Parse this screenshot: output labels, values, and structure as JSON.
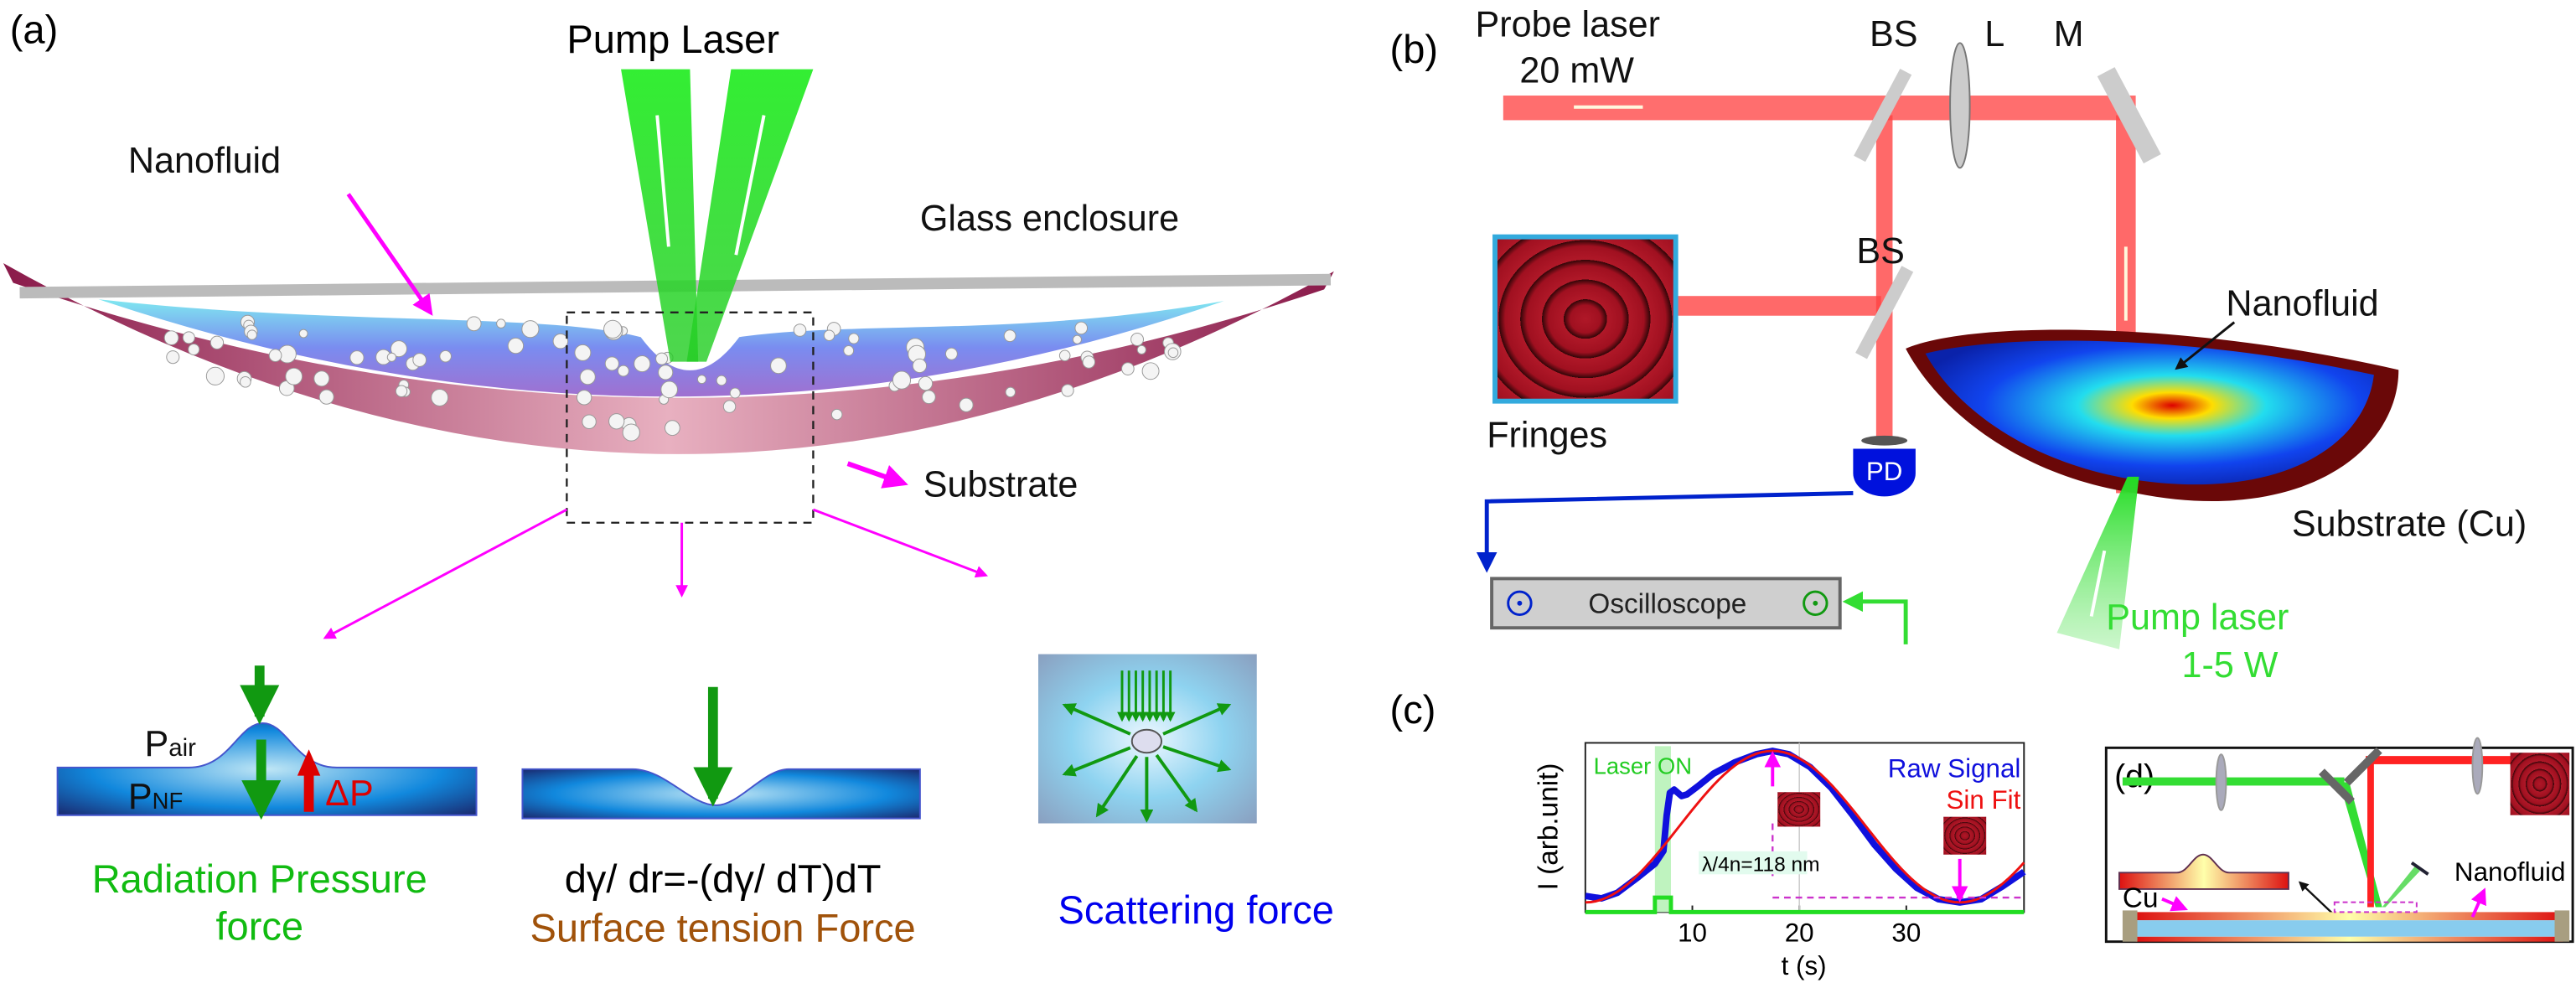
{
  "colors": {
    "pump_green": "#22dd22",
    "magenta": "#ff00ff",
    "probe_red": "#ee1111",
    "brown": "#a0520a",
    "blue_text": "#0000ee",
    "raw_signal": "#1010dd",
    "sin_fit": "#ee1111"
  },
  "panel_a": {
    "label": "(a)",
    "pump_laser": "Pump Laser",
    "nanofluid": "Nanofluid",
    "glass_enclosure": "Glass enclosure",
    "substrate": "Substrate",
    "p_air_main": "P",
    "p_air_sub": "air",
    "p_nf_main": "P",
    "p_nf_sub": "NF",
    "delta_p": "ΔP",
    "radiation_line1": "Radiation Pressure",
    "radiation_line2": "force",
    "surface_eq": "dγ/ dr=-(dγ/ dT)dT",
    "surface_label": "Surface tension Force",
    "scattering_label": "Scattering force"
  },
  "panel_b": {
    "label": "(b)",
    "probe_line1": "Probe laser",
    "probe_line2": "20 mW",
    "bs1": "BS",
    "lens": "L",
    "mirror": "M",
    "bs2": "BS",
    "fringes": "Fringes",
    "pd": "PD",
    "oscilloscope": "Oscilloscope",
    "nanofluid": "Nanofluid",
    "substrate": "Substrate (Cu)",
    "pump_line1": "Pump laser",
    "pump_line2": "1-5 W"
  },
  "panel_c": {
    "label": "(c)"
  },
  "chart_data": {
    "type": "line",
    "xlabel": "t (s)",
    "ylabel": "I (arb.unit)",
    "xlim": [
      0,
      41
    ],
    "ylim": [
      0,
      1.05
    ],
    "xticks": [
      10,
      20,
      30
    ],
    "legend": [
      "Raw Signal",
      "Sin Fit"
    ],
    "legend_position": "top-right",
    "annotation": "λ/4n=118 nm",
    "laser_on_label": "Laser ON",
    "laser_on_interval": [
      6.5,
      8
    ],
    "series": [
      {
        "name": "Raw Signal",
        "x": [
          0,
          1.5,
          3,
          5,
          6.5,
          7.3,
          7.6,
          7.9,
          8.3,
          9,
          9.5,
          10.5,
          12,
          14,
          16,
          17.5,
          19,
          21,
          23,
          25,
          27,
          29,
          31,
          33,
          35,
          37,
          39,
          41
        ],
        "y": [
          0.1,
          0.085,
          0.12,
          0.22,
          0.3,
          0.38,
          0.6,
          0.74,
          0.76,
          0.72,
          0.73,
          0.78,
          0.86,
          0.93,
          0.98,
          1.0,
          0.98,
          0.9,
          0.77,
          0.6,
          0.42,
          0.27,
          0.15,
          0.08,
          0.06,
          0.08,
          0.16,
          0.25
        ]
      },
      {
        "name": "Sin Fit",
        "offset": 0.53,
        "amplitude": 0.47,
        "period": 35,
        "peak_t": 17.5
      },
      {
        "name": "Laser pulse",
        "x": [
          0,
          6.5,
          6.5,
          8,
          8,
          41
        ],
        "y": [
          0,
          0,
          0.09,
          0.09,
          0,
          0
        ]
      }
    ]
  },
  "panel_d": {
    "label": "(d)",
    "cu": "Cu",
    "nanofluid": "Nanofluid"
  }
}
